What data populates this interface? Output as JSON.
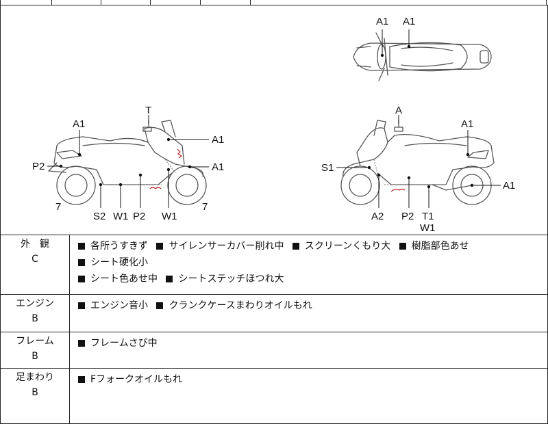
{
  "diagram": {
    "top_view_labels": [
      "A1",
      "A1"
    ],
    "left_view_labels": {
      "top": "T",
      "rear_top": "A1",
      "front_upper": "A1",
      "rear_side": "P2",
      "front_lower": "A1",
      "rear_wheel": "7",
      "front_wheel": "7",
      "bottom": [
        "S2",
        "W1",
        "P2",
        "W1"
      ]
    },
    "right_view_labels": {
      "top": "A",
      "rear_top": "A1",
      "front_side": "S1",
      "rear_axle": "A1",
      "bottom": [
        "A2",
        "P2",
        "T1"
      ],
      "bottom2": "W1"
    }
  },
  "conditions": [
    {
      "name": "外　観",
      "grade": "C",
      "items": [
        "各所うすきず",
        "サイレンサーカバー削れ中",
        "スクリーンくもり大",
        "樹脂部色あせ",
        "シート硬化小",
        "シート色あせ中",
        "シートステッチほつれ大"
      ]
    },
    {
      "name": "エンジン",
      "grade": "B",
      "items": [
        "エンジン音小",
        "クランクケースまわりオイルもれ"
      ]
    },
    {
      "name": "フレーム",
      "grade": "B",
      "items": [
        "フレームさび中"
      ]
    },
    {
      "name": "足まわり",
      "grade": "B",
      "items": [
        "Fフォークオイルもれ"
      ]
    }
  ]
}
